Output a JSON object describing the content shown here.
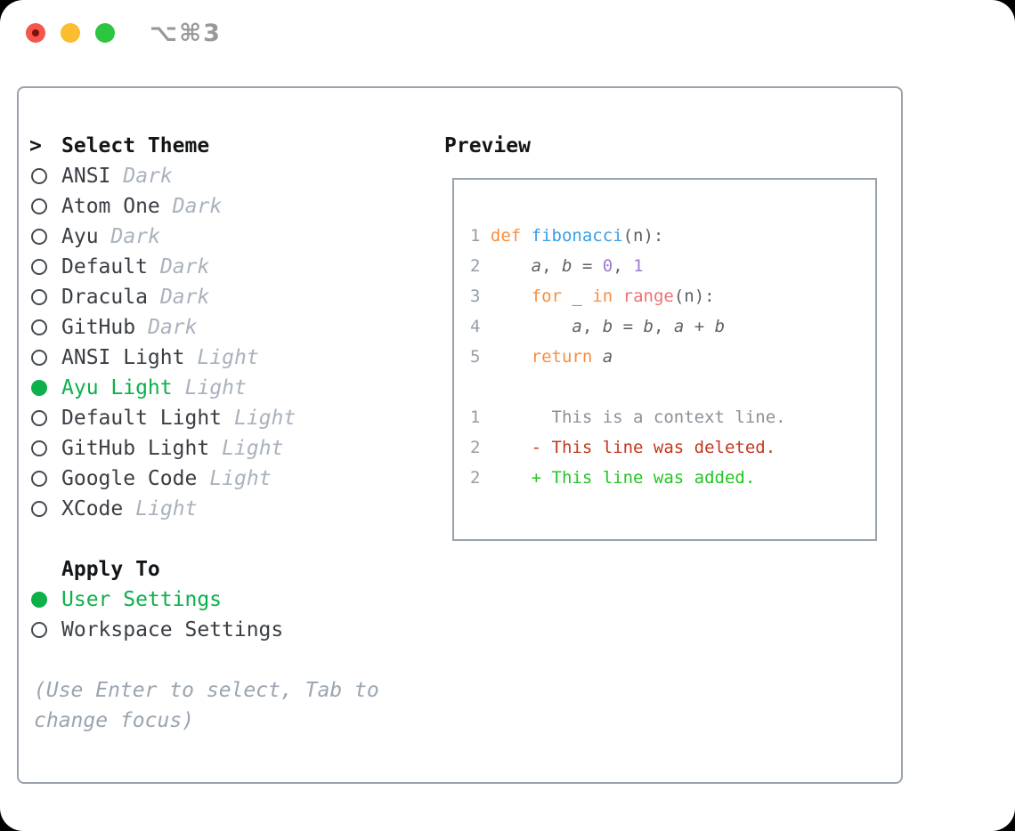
{
  "window": {
    "title": "⌥⌘3",
    "traffic_lights": [
      {
        "name": "close",
        "color": "#f5554a"
      },
      {
        "name": "minimize",
        "color": "#f9bd2e"
      },
      {
        "name": "zoom",
        "color": "#2ec541"
      }
    ]
  },
  "menu": {
    "prompt": ">",
    "title": "Select Theme",
    "themes": [
      {
        "name": "ANSI",
        "variant": "Dark",
        "selected": false
      },
      {
        "name": "Atom One",
        "variant": "Dark",
        "selected": false
      },
      {
        "name": "Ayu",
        "variant": "Dark",
        "selected": false
      },
      {
        "name": "Default",
        "variant": "Dark",
        "selected": false
      },
      {
        "name": "Dracula",
        "variant": "Dark",
        "selected": false
      },
      {
        "name": "GitHub",
        "variant": "Dark",
        "selected": false
      },
      {
        "name": "ANSI Light",
        "variant": "Light",
        "selected": false
      },
      {
        "name": "Ayu Light",
        "variant": "Light",
        "selected": true
      },
      {
        "name": "Default Light",
        "variant": "Light",
        "selected": false
      },
      {
        "name": "GitHub Light",
        "variant": "Light",
        "selected": false
      },
      {
        "name": "Google Code",
        "variant": "Light",
        "selected": false
      },
      {
        "name": "XCode",
        "variant": "Light",
        "selected": false
      }
    ],
    "apply_to": {
      "title": "Apply To",
      "options": [
        {
          "label": "User Settings",
          "selected": true
        },
        {
          "label": "Workspace Settings",
          "selected": false
        }
      ]
    },
    "hint": "(Use Enter to select, Tab to change focus)"
  },
  "preview": {
    "title": "Preview",
    "lines": [
      {
        "num": "1",
        "tokens": [
          {
            "text": "def",
            "cls": "kw"
          },
          {
            "text": " ",
            "cls": "fg"
          },
          {
            "text": "fibonacci",
            "cls": "fn"
          },
          {
            "text": "(n):",
            "cls": "fg"
          }
        ]
      },
      {
        "num": "2",
        "tokens": [
          {
            "text": "    ",
            "cls": "fg"
          },
          {
            "text": "a",
            "cls": "var"
          },
          {
            "text": ", ",
            "cls": "fg"
          },
          {
            "text": "b",
            "cls": "var"
          },
          {
            "text": " = ",
            "cls": "fg"
          },
          {
            "text": "0",
            "cls": "num"
          },
          {
            "text": ", ",
            "cls": "fg"
          },
          {
            "text": "1",
            "cls": "num"
          }
        ]
      },
      {
        "num": "3",
        "tokens": [
          {
            "text": "    ",
            "cls": "fg"
          },
          {
            "text": "for",
            "cls": "kw"
          },
          {
            "text": " _ ",
            "cls": "fg"
          },
          {
            "text": "in",
            "cls": "kw"
          },
          {
            "text": " ",
            "cls": "fg"
          },
          {
            "text": "range",
            "cls": "call"
          },
          {
            "text": "(n):",
            "cls": "fg"
          }
        ]
      },
      {
        "num": "4",
        "tokens": [
          {
            "text": "        ",
            "cls": "fg"
          },
          {
            "text": "a",
            "cls": "var"
          },
          {
            "text": ", ",
            "cls": "fg"
          },
          {
            "text": "b",
            "cls": "var"
          },
          {
            "text": " = ",
            "cls": "fg"
          },
          {
            "text": "b",
            "cls": "var"
          },
          {
            "text": ", ",
            "cls": "fg"
          },
          {
            "text": "a",
            "cls": "var"
          },
          {
            "text": " + ",
            "cls": "fg"
          },
          {
            "text": "b",
            "cls": "var"
          }
        ]
      },
      {
        "num": "5",
        "tokens": [
          {
            "text": "    ",
            "cls": "fg"
          },
          {
            "text": "return",
            "cls": "kw"
          },
          {
            "text": " ",
            "cls": "fg"
          },
          {
            "text": "a",
            "cls": "var"
          }
        ]
      },
      {
        "num": "",
        "tokens": []
      },
      {
        "num": "1",
        "tokens": [
          {
            "text": "      This is a context line.",
            "cls": "ctx"
          }
        ]
      },
      {
        "num": "2",
        "tokens": [
          {
            "text": "    - This line was deleted.",
            "cls": "del"
          }
        ]
      },
      {
        "num": "2",
        "tokens": [
          {
            "text": "    + This line was added.",
            "cls": "add"
          }
        ]
      }
    ]
  },
  "colors": {
    "selection_green": "#0db04b",
    "keyword_orange": "#fa8d3e",
    "function_blue": "#399ee6",
    "call_salmon": "#f07171",
    "number_purple": "#a37acc",
    "code_fg": "#5c6166",
    "line_number_gray": "#959da6",
    "context_gray": "#8a9199",
    "deleted_red": "#c5381f",
    "added_green": "#25c525",
    "border_gray": "#9aa2ac",
    "muted_label": "#a9b2bd",
    "hint_gray": "#9aa4b0",
    "heading_black": "#131619",
    "item_fg": "#3a3e44",
    "radio_outline": "#454a50",
    "title_gray": "#98989d",
    "traffic_red": "#f5554a",
    "traffic_red_dot": "#7d120b",
    "traffic_yellow": "#f9bd2e",
    "traffic_green": "#2ec541"
  }
}
